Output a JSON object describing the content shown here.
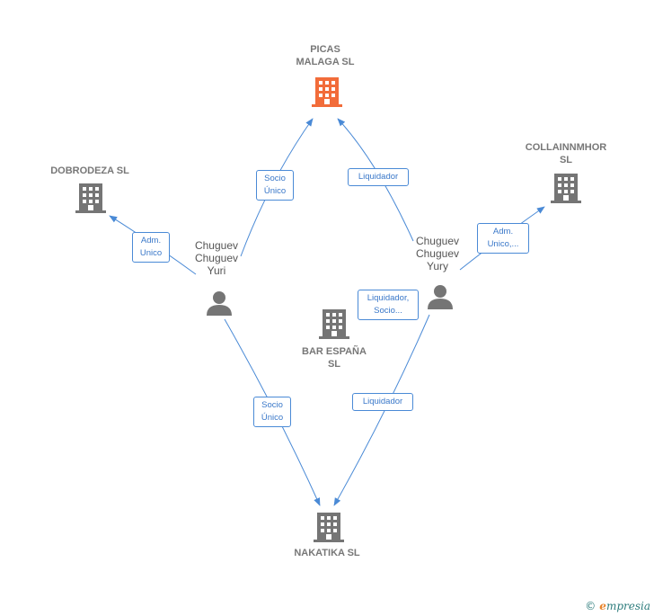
{
  "companies": {
    "picas": {
      "name": "PICAS\nMALAGA  SL",
      "highlight": true
    },
    "dobrodeza": {
      "name": "DOBRODEZA SL"
    },
    "collainnmhor": {
      "name": "COLLAINNMHOR\nSL"
    },
    "bar_espana": {
      "name": "BAR ESPAÑA\nSL"
    },
    "nakatika": {
      "name": "NAKATIKA  SL"
    }
  },
  "persons": {
    "yuri": {
      "name": "Chuguev\nChuguev\nYuri"
    },
    "yury": {
      "name": "Chuguev\nChuguev\nYury"
    }
  },
  "relations": {
    "yuri_picas": "Socio\nÚnico",
    "yury_picas": "Liquidador",
    "yuri_dobrodeza": "Adm.\nUnico",
    "yury_collainnmhor": "Adm.\nUnico,...",
    "yury_bar_espana": "Liquidador,\nSocio...",
    "yuri_nakatika": "Socio\nÚnico",
    "yury_nakatika": "Liquidador"
  },
  "brand": {
    "copyright": "©",
    "name": "mpresia",
    "initial": "e"
  },
  "colors": {
    "edge": "#4a8ad6",
    "building": "#757575",
    "building_highlight": "#f26c3a",
    "person": "#757575"
  }
}
